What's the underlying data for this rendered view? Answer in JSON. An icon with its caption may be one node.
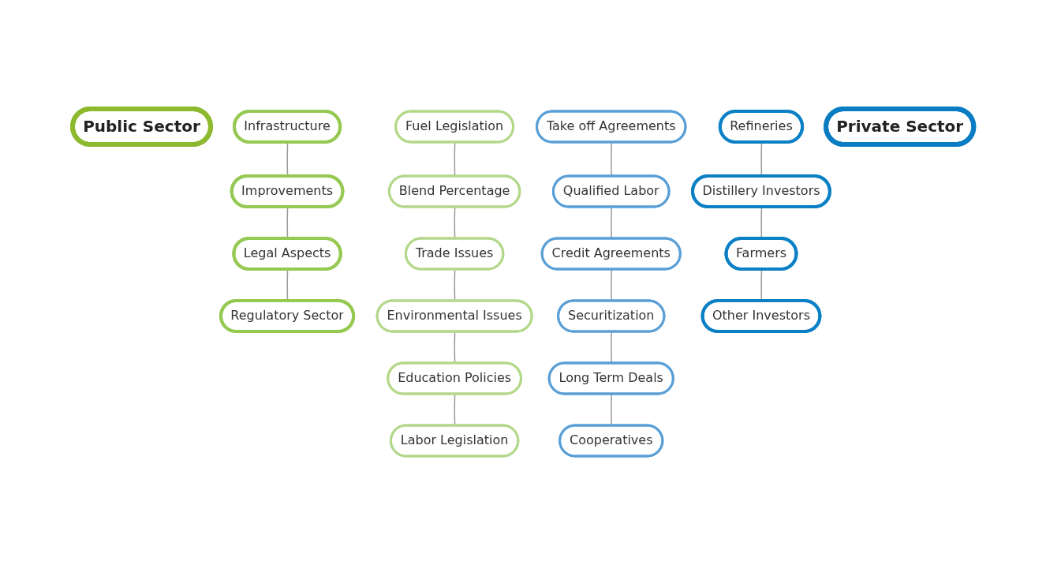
{
  "diagram": {
    "nodes": [
      {
        "text": [
          "Public Sector"
        ]
      },
      {
        "text": [
          "Infrastructure"
        ]
      },
      {
        "text": [
          "Improvements"
        ]
      },
      {
        "text": [
          "Legal Aspects"
        ]
      },
      {
        "text": [
          "Regulatory Sector"
        ]
      },
      {
        "text": [
          "Fuel Legislation"
        ]
      },
      {
        "text": [
          "Blend Percentage"
        ]
      },
      {
        "text": [
          "Trade Issues"
        ]
      },
      {
        "text": [
          "Environmental Issues"
        ]
      },
      {
        "text": [
          "Education Policies"
        ]
      },
      {
        "text": [
          "Labor Legislation"
        ]
      },
      {
        "text": [
          "Take off Agreements"
        ]
      },
      {
        "text": [
          "Qualified Labor"
        ]
      },
      {
        "text": [
          "Credit Agreements"
        ]
      },
      {
        "text": [
          "Securitization"
        ]
      },
      {
        "text": [
          "Long Term Deals"
        ]
      },
      {
        "text": [
          "Cooperatives"
        ]
      },
      {
        "text": [
          "Refineries"
        ]
      },
      {
        "text": [
          "Distillery Investors"
        ]
      },
      {
        "text": [
          "Farmers"
        ]
      },
      {
        "text": [
          "Other Investors"
        ]
      },
      {
        "text": [
          "Private Sector"
        ]
      }
    ],
    "edges": [
      {
        "from": 1,
        "to": 2,
        "arrow": "none"
      },
      {
        "from": 2,
        "to": 3,
        "arrow": "none"
      },
      {
        "from": 3,
        "to": 4,
        "arrow": "none"
      },
      {
        "from": 5,
        "to": 6,
        "arrow": "none"
      },
      {
        "from": 6,
        "to": 7,
        "arrow": "none"
      },
      {
        "from": 7,
        "to": 8,
        "arrow": "none"
      },
      {
        "from": 8,
        "to": 9,
        "arrow": "none"
      },
      {
        "from": 9,
        "to": 10,
        "arrow": "none"
      },
      {
        "from": 11,
        "to": 12,
        "arrow": "none"
      },
      {
        "from": 12,
        "to": 13,
        "arrow": "none"
      },
      {
        "from": 13,
        "to": 14,
        "arrow": "none"
      },
      {
        "from": 14,
        "to": 15,
        "arrow": "none"
      },
      {
        "from": 15,
        "to": 16,
        "arrow": "none"
      },
      {
        "from": 17,
        "to": 18,
        "arrow": "none"
      },
      {
        "from": 18,
        "to": 19,
        "arrow": "none"
      },
      {
        "from": 19,
        "to": 20,
        "arrow": "none"
      }
    ]
  }
}
